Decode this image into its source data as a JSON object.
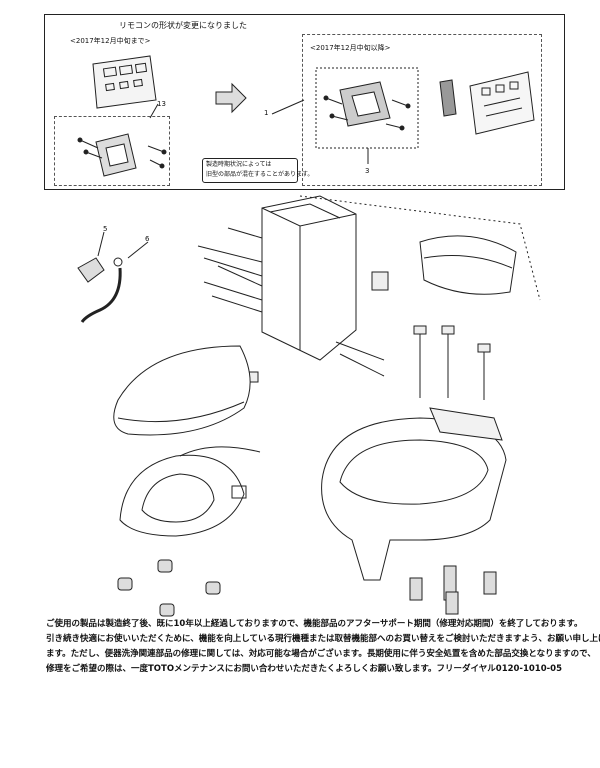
{
  "top_box": {
    "title": "リモコンの形状が変更になりました",
    "left_label": "<2017年12月中旬まで>",
    "right_label": "<2017年12月中旬以降>",
    "remark_line1": "製造時期状況によっては",
    "remark_line2": "旧型の部品が混在することがあります。"
  },
  "callouts": {
    "c13": "13",
    "c1": "1",
    "c3": "3",
    "c5": "5",
    "c6": "6"
  },
  "notes": {
    "line1": "ご使用の製品は製造終了後、既に10年以上経過しておりますので、機能部品のアフターサポート期間（修理対応期間）を終了しております。",
    "line2": "引き続き快適にお使いいただくために、機能を向上している現行機種または取替機能部へのお買い替えをご検討いただきますよう、お願い申し上げ",
    "line3": "ます。ただし、便器洗浄関連部品の修理に関しては、対応可能な場合がございます。長期使用に伴う安全処置を含めた部品交換となりますので、",
    "line4": "修理をご希望の際は、一度TOTOメンテナンスにお問い合わせいただきたくよろしくお願い致します。フリーダイヤル0120-1010-05"
  },
  "icons": {
    "arrow": "right-arrow-icon"
  }
}
